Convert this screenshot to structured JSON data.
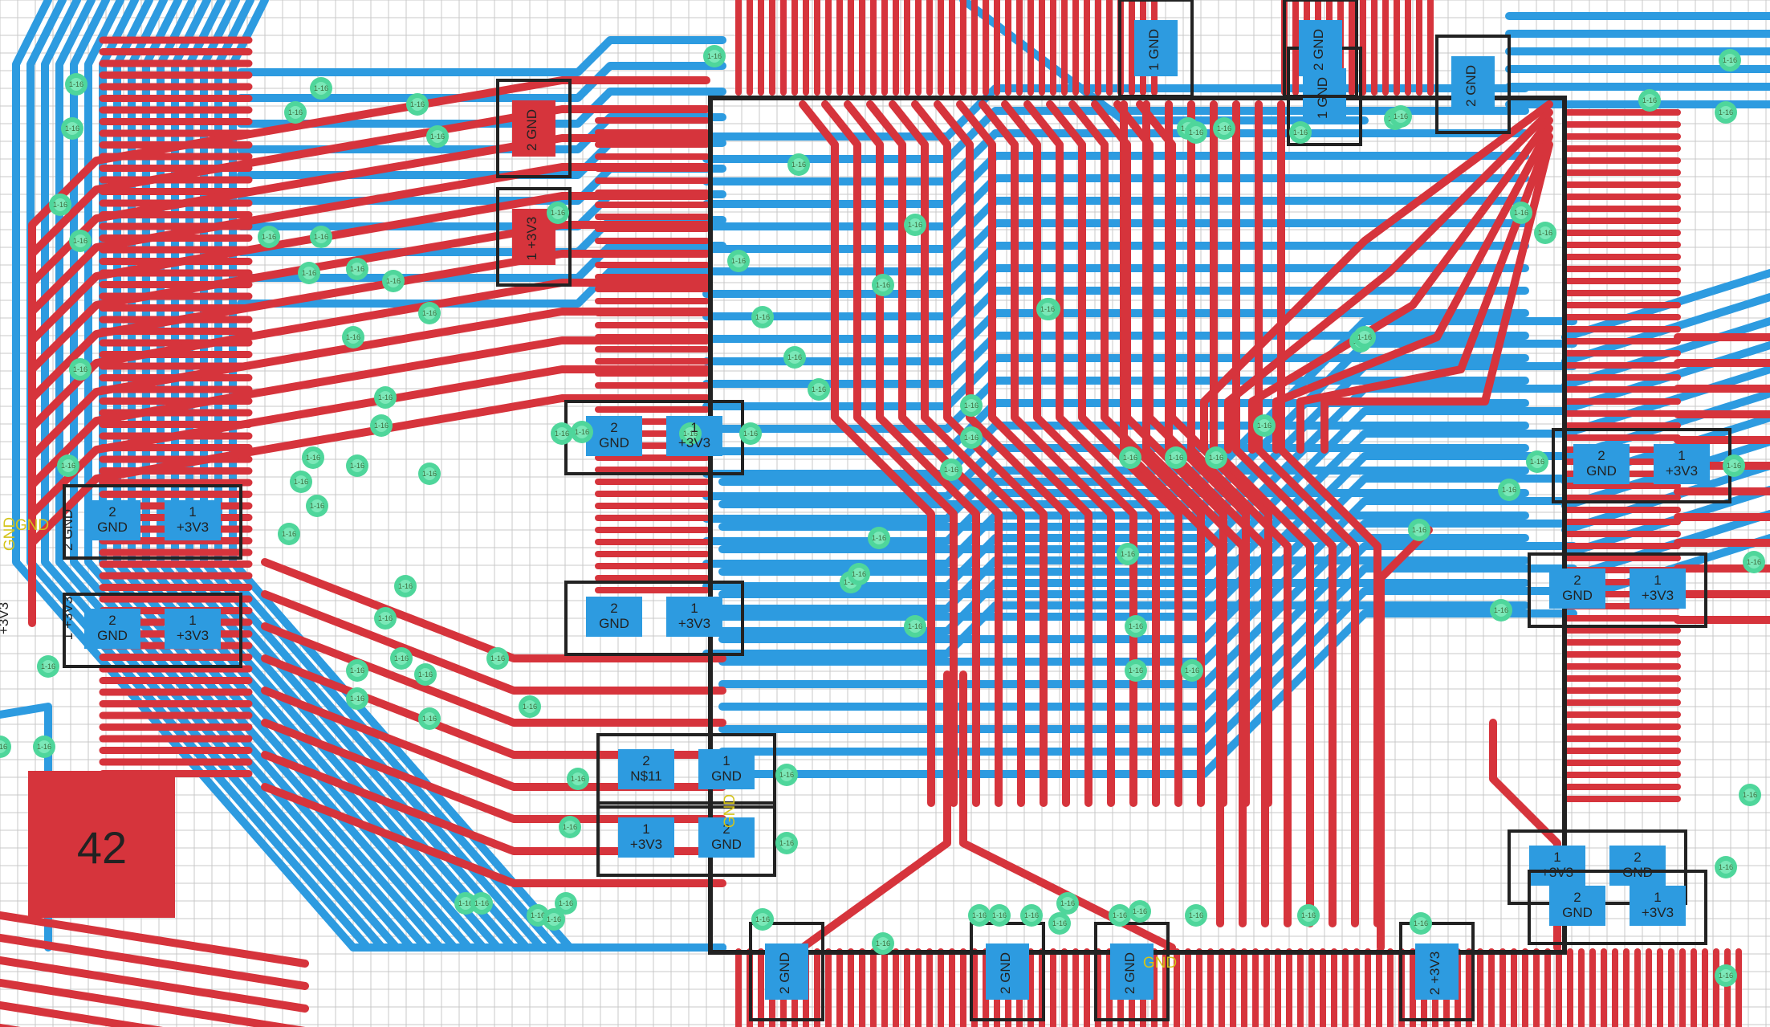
{
  "board": {
    "background": "#ffffff",
    "grid_color": "#c9c9c9",
    "top_copper_color": "#d6343c",
    "bottom_copper_color": "#2d9be0",
    "via_color": "#4fd69b",
    "outline_color": "#222222"
  },
  "pad_42_label": "42",
  "parts": [
    {
      "pin2": "2",
      "net2": "GND",
      "pin1": "1",
      "net1": "+3V3"
    },
    {
      "pin2": "2",
      "net2": "GND",
      "pin1": "1",
      "net1": "+3V3"
    },
    {
      "pin2": "2",
      "net2": "GND",
      "pin1": "1",
      "net1": "+3V3"
    },
    {
      "pin2": "2",
      "net2": "N$11",
      "pin1": "1",
      "net1": "GND"
    },
    {
      "pin2": "1",
      "net2": "+3V3",
      "pin1": "2",
      "net1": "GND"
    },
    {
      "pin2": "2",
      "net2": "GND",
      "pin1": "1",
      "net1": "+3V3"
    },
    {
      "pin2": "1",
      "net2": "+3V3",
      "pin1": "2",
      "net1": "GND"
    },
    {
      "pin2": "2",
      "net2": "GND",
      "pin1": "1",
      "net1": "+3V3"
    },
    {
      "pin2": "2",
      "net2": "GND",
      "pin1": "1",
      "net1": "+3V3"
    },
    {
      "pin2": "2",
      "net2": "GND",
      "pin1": "1",
      "net1": "+3V3"
    }
  ],
  "vertical_labels": [
    "2 GND",
    "1 +3V3",
    "1 GND",
    "1 GND",
    "2 GND",
    "2 GND",
    "2 GND",
    "2 GND",
    "2 GND",
    "2 +3V3"
  ],
  "left_pair": {
    "a": "GND",
    "b": "2 GND",
    "c": "1 +3V3",
    "d": "+3V3"
  },
  "yellow_labels": [
    "GND",
    "GND",
    "GND"
  ],
  "via_label": "1-16"
}
